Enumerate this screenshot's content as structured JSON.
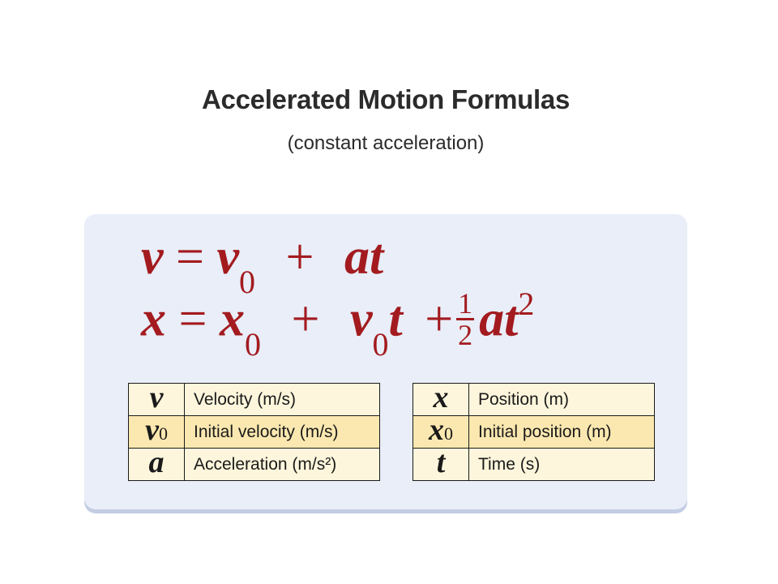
{
  "header": {
    "title": "Accelerated Motion Formulas",
    "subtitle": "(constant acceleration)"
  },
  "equations": {
    "eq1": {
      "lhs": "v",
      "equals": "=",
      "v0_symbol": "v",
      "v0_sub": "0",
      "plus": "+",
      "at": "at"
    },
    "eq2": {
      "lhs": "x",
      "equals": "=",
      "x0_symbol": "x",
      "x0_sub": "0",
      "plus1": "+",
      "v0_symbol": "v",
      "v0_sub": "0",
      "t": "t",
      "plus2": "+",
      "frac_num": "1",
      "frac_den": "2",
      "at": "at",
      "exp": "2"
    }
  },
  "legend_left": [
    {
      "symbol": "v",
      "subscript": "",
      "label": "Velocity (m/s)"
    },
    {
      "symbol": "v",
      "subscript": "0",
      "label": "Initial velocity (m/s)"
    },
    {
      "symbol": "a",
      "subscript": "",
      "label": "Acceleration (m/s²)"
    }
  ],
  "legend_right": [
    {
      "symbol": "x",
      "subscript": "",
      "label": "Position (m)"
    },
    {
      "symbol": "x",
      "subscript": "0",
      "label": "Initial position (m)"
    },
    {
      "symbol": "t",
      "subscript": "",
      "label": "Time (s)"
    }
  ],
  "colors": {
    "equation": "#a31b1f",
    "panel": "#e9eef8",
    "row_light": "#fdf6dc",
    "row_dark": "#fbe8b0"
  }
}
